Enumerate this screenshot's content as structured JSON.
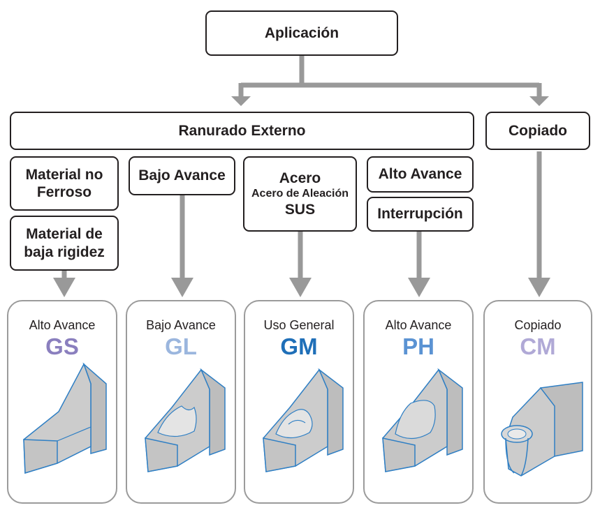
{
  "root": {
    "label": "Aplicación"
  },
  "branches": {
    "external": "Ranurado Externo",
    "copy": "Copiado"
  },
  "conditions": {
    "c1_top_line1": "Material no",
    "c1_top_line2": "Ferroso",
    "c1_bottom_line1": "Material de",
    "c1_bottom_line2": "baja rigidez",
    "c2": "Bajo Avance",
    "c3_line1": "Acero",
    "c3_line2": "Acero de Aleación",
    "c3_line3": "SUS",
    "c4_top": "Alto Avance",
    "c4_bottom": "Interrupción"
  },
  "products": [
    {
      "subtitle": "Alto Avance",
      "code": "GS",
      "color": "#8a7fbe",
      "icon": "grooving-insert-gs"
    },
    {
      "subtitle": "Bajo Avance",
      "code": "GL",
      "color": "#9bb6de",
      "icon": "grooving-insert-gl"
    },
    {
      "subtitle": "Uso General",
      "code": "GM",
      "color": "#1f6fb8",
      "icon": "grooving-insert-gm"
    },
    {
      "subtitle": "Alto Avance",
      "code": "PH",
      "color": "#5b93d3",
      "icon": "grooving-insert-ph"
    },
    {
      "subtitle": "Copiado",
      "code": "CM",
      "color": "#b0a9d6",
      "icon": "copying-insert-cm"
    }
  ],
  "colors": {
    "arrow": "#999999",
    "insert_fill": "#cccccc",
    "insert_edge": "#2f7fc4",
    "box_border": "#231f20"
  }
}
